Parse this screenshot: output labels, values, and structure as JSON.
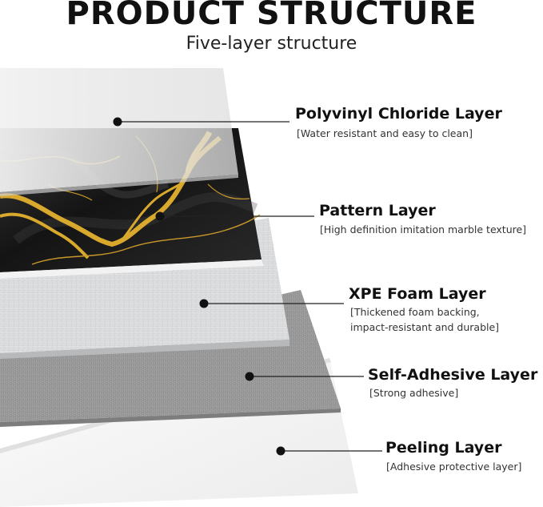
{
  "header": {
    "title": "PRODUCT STRUCTURE",
    "subtitle": "Five-layer structure"
  },
  "layers": [
    {
      "name": "Polyvinyl Chloride Layer",
      "desc_lines": [
        "[Water resistant and easy to clean]"
      ]
    },
    {
      "name": "Pattern Layer",
      "desc_lines": [
        "[High definition imitation marble texture]"
      ]
    },
    {
      "name": "XPE Foam Layer",
      "desc_lines": [
        "[Thickened foam backing,",
        "impact-resistant and durable]"
      ]
    },
    {
      "name": "Self-Adhesive Layer",
      "desc_lines": [
        "[Strong adhesive]"
      ]
    },
    {
      "name": "Peeling Layer",
      "desc_lines": [
        "[Adhesive protective layer]"
      ]
    }
  ],
  "colors": {
    "pvc": "#e9e9e9",
    "marble_dark": "#151515",
    "marble_gold": "#d9a92e",
    "foam": "#dcdcdc",
    "adhesive": "#9a9a9a",
    "peeling": "#f4f4f4",
    "leader": "#222222"
  }
}
